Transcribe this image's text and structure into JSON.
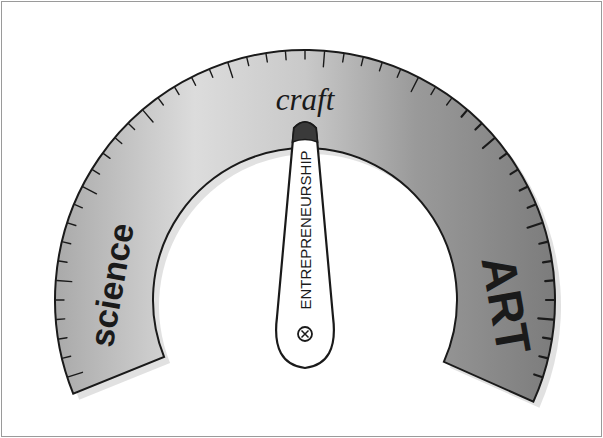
{
  "diagram": {
    "nodes": [
      {
        "text": [
          "science",
          "craft",
          "ART"
        ]
      },
      {
        "text": [
          "ENTREPRENEURSHIP"
        ]
      }
    ]
  }
}
